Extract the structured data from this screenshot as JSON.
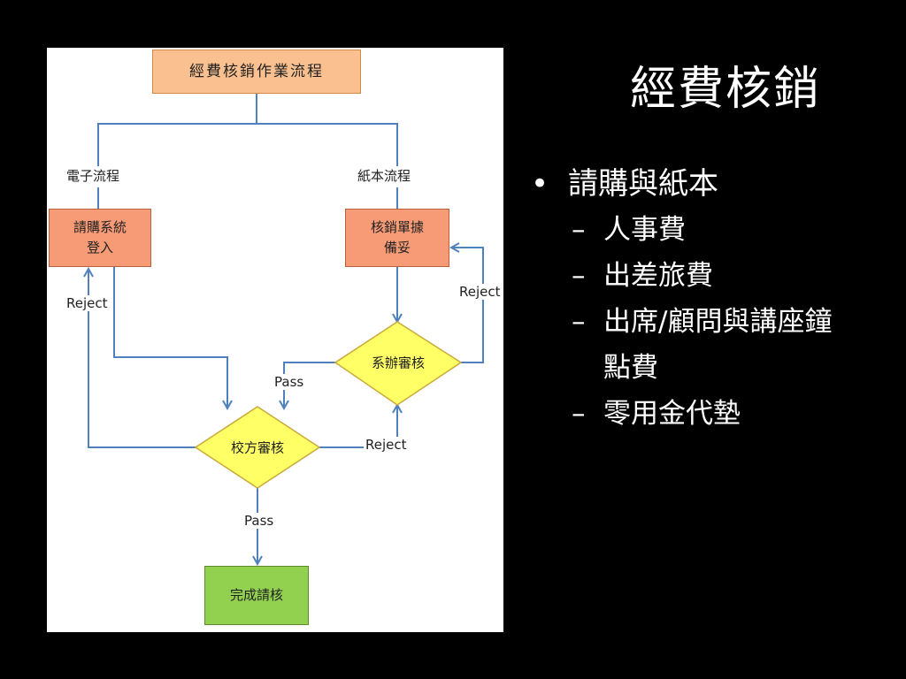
{
  "slide": {
    "title": "經費核銷",
    "bullets": [
      {
        "marker": "•",
        "text": "請購與紙本",
        "children": [
          {
            "marker": "–",
            "text": "人事費"
          },
          {
            "marker": "–",
            "text": "出差旅費"
          },
          {
            "marker": "–",
            "text": "出席/顧問與講座鐘點費"
          },
          {
            "marker": "–",
            "text": "零用金代墊"
          }
        ]
      }
    ]
  },
  "flowchart": {
    "top_box": "經費核銷作業流程",
    "branch_left_label": "電子流程",
    "branch_right_label": "紙本流程",
    "left_process": {
      "line1": "請購系統",
      "line2": "登入"
    },
    "right_process": {
      "line1": "核銷單據",
      "line2": "備妥"
    },
    "dept_review": "系辦審核",
    "school_review": "校方審核",
    "final_box": "完成請核",
    "reject_left": "Reject",
    "reject_right": "Reject",
    "reject_bottom": "Reject",
    "pass_left": "Pass",
    "pass_bottom": "Pass",
    "colors": {
      "top_box": "#fac08f",
      "process_box": "#f79a76",
      "decision": "#ffff66",
      "final_box": "#92d050",
      "connector": "#4f81bd"
    }
  }
}
